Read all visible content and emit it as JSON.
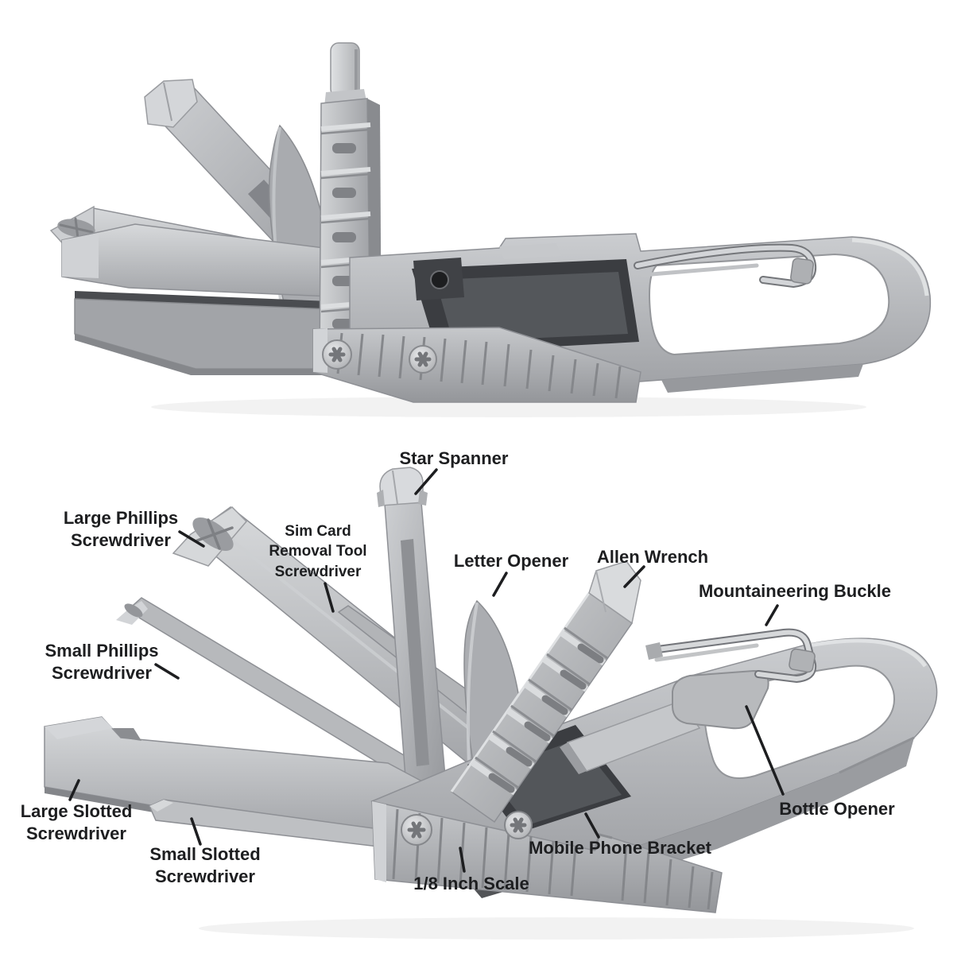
{
  "colors": {
    "background": "#ffffff",
    "metal_light": "#d9dbdd",
    "metal_mid": "#b3b5b8",
    "metal_dark": "#8b8d91",
    "recess_dark": "#3d3f43",
    "label_text": "#1d1e20",
    "leader_line": "#1d1e20"
  },
  "callouts": [
    {
      "id": "star-spanner",
      "lines": [
        "Star Spanner"
      ]
    },
    {
      "id": "large-phillips-screwdriver",
      "lines": [
        "Large Phillips",
        "Screwdriver"
      ]
    },
    {
      "id": "sim-card-removal-tool-screwdriver",
      "lines": [
        "Sim Card",
        "Removal Tool",
        "Screwdriver"
      ]
    },
    {
      "id": "letter-opener",
      "lines": [
        "Letter Opener"
      ]
    },
    {
      "id": "allen-wrench",
      "lines": [
        "Allen Wrench"
      ]
    },
    {
      "id": "mountaineering-buckle",
      "lines": [
        "Mountaineering Buckle"
      ]
    },
    {
      "id": "small-phillips-screwdriver",
      "lines": [
        "Small Phillips",
        "Screwdriver"
      ]
    },
    {
      "id": "large-slotted-screwdriver",
      "lines": [
        "Large Slotted",
        "Screwdriver"
      ]
    },
    {
      "id": "small-slotted-screwdriver",
      "lines": [
        "Small Slotted",
        "Screwdriver"
      ]
    },
    {
      "id": "one-eighth-inch-scale",
      "lines": [
        "1/8 Inch Scale"
      ]
    },
    {
      "id": "mobile-phone-bracket",
      "lines": [
        "Mobile Phone Bracket"
      ]
    },
    {
      "id": "bottle-opener",
      "lines": [
        "Bottle Opener"
      ]
    }
  ]
}
